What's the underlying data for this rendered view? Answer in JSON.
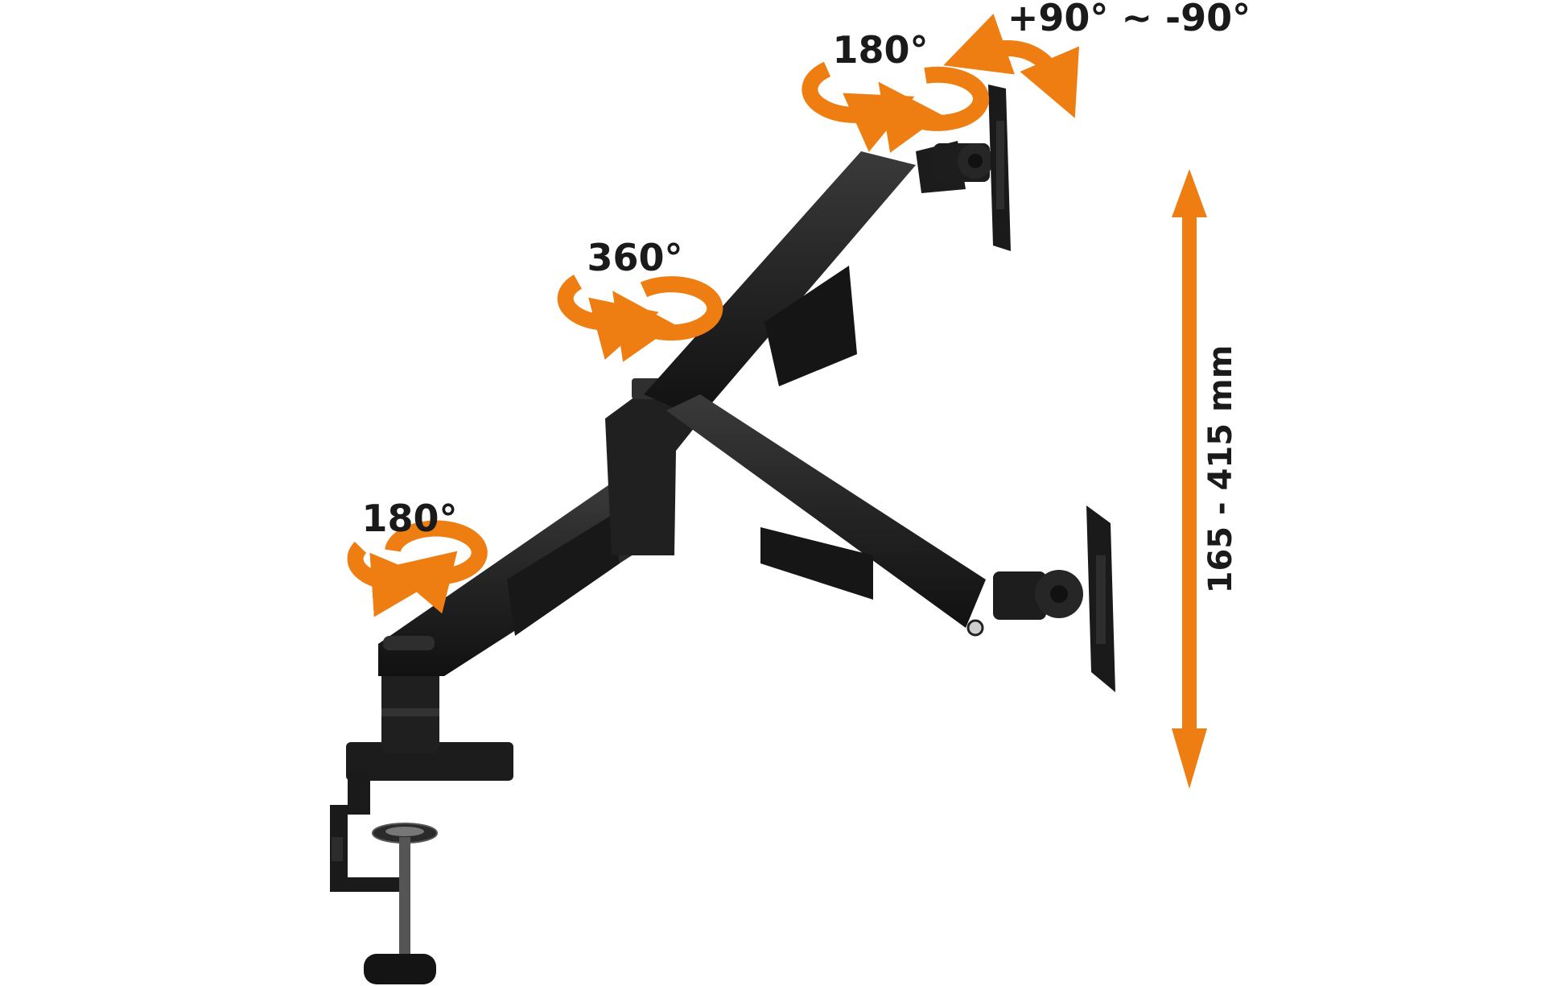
{
  "labels": {
    "base_swivel": "180°",
    "elbow_rotation": "360°",
    "head_swivel": "180°",
    "tilt": "+90°  ~  -90°",
    "height_range": "165 - 415 mm"
  },
  "colors": {
    "accent": "#ee7d12",
    "arm": "#262626",
    "arm_dark": "#141414",
    "background": "#ffffff"
  }
}
